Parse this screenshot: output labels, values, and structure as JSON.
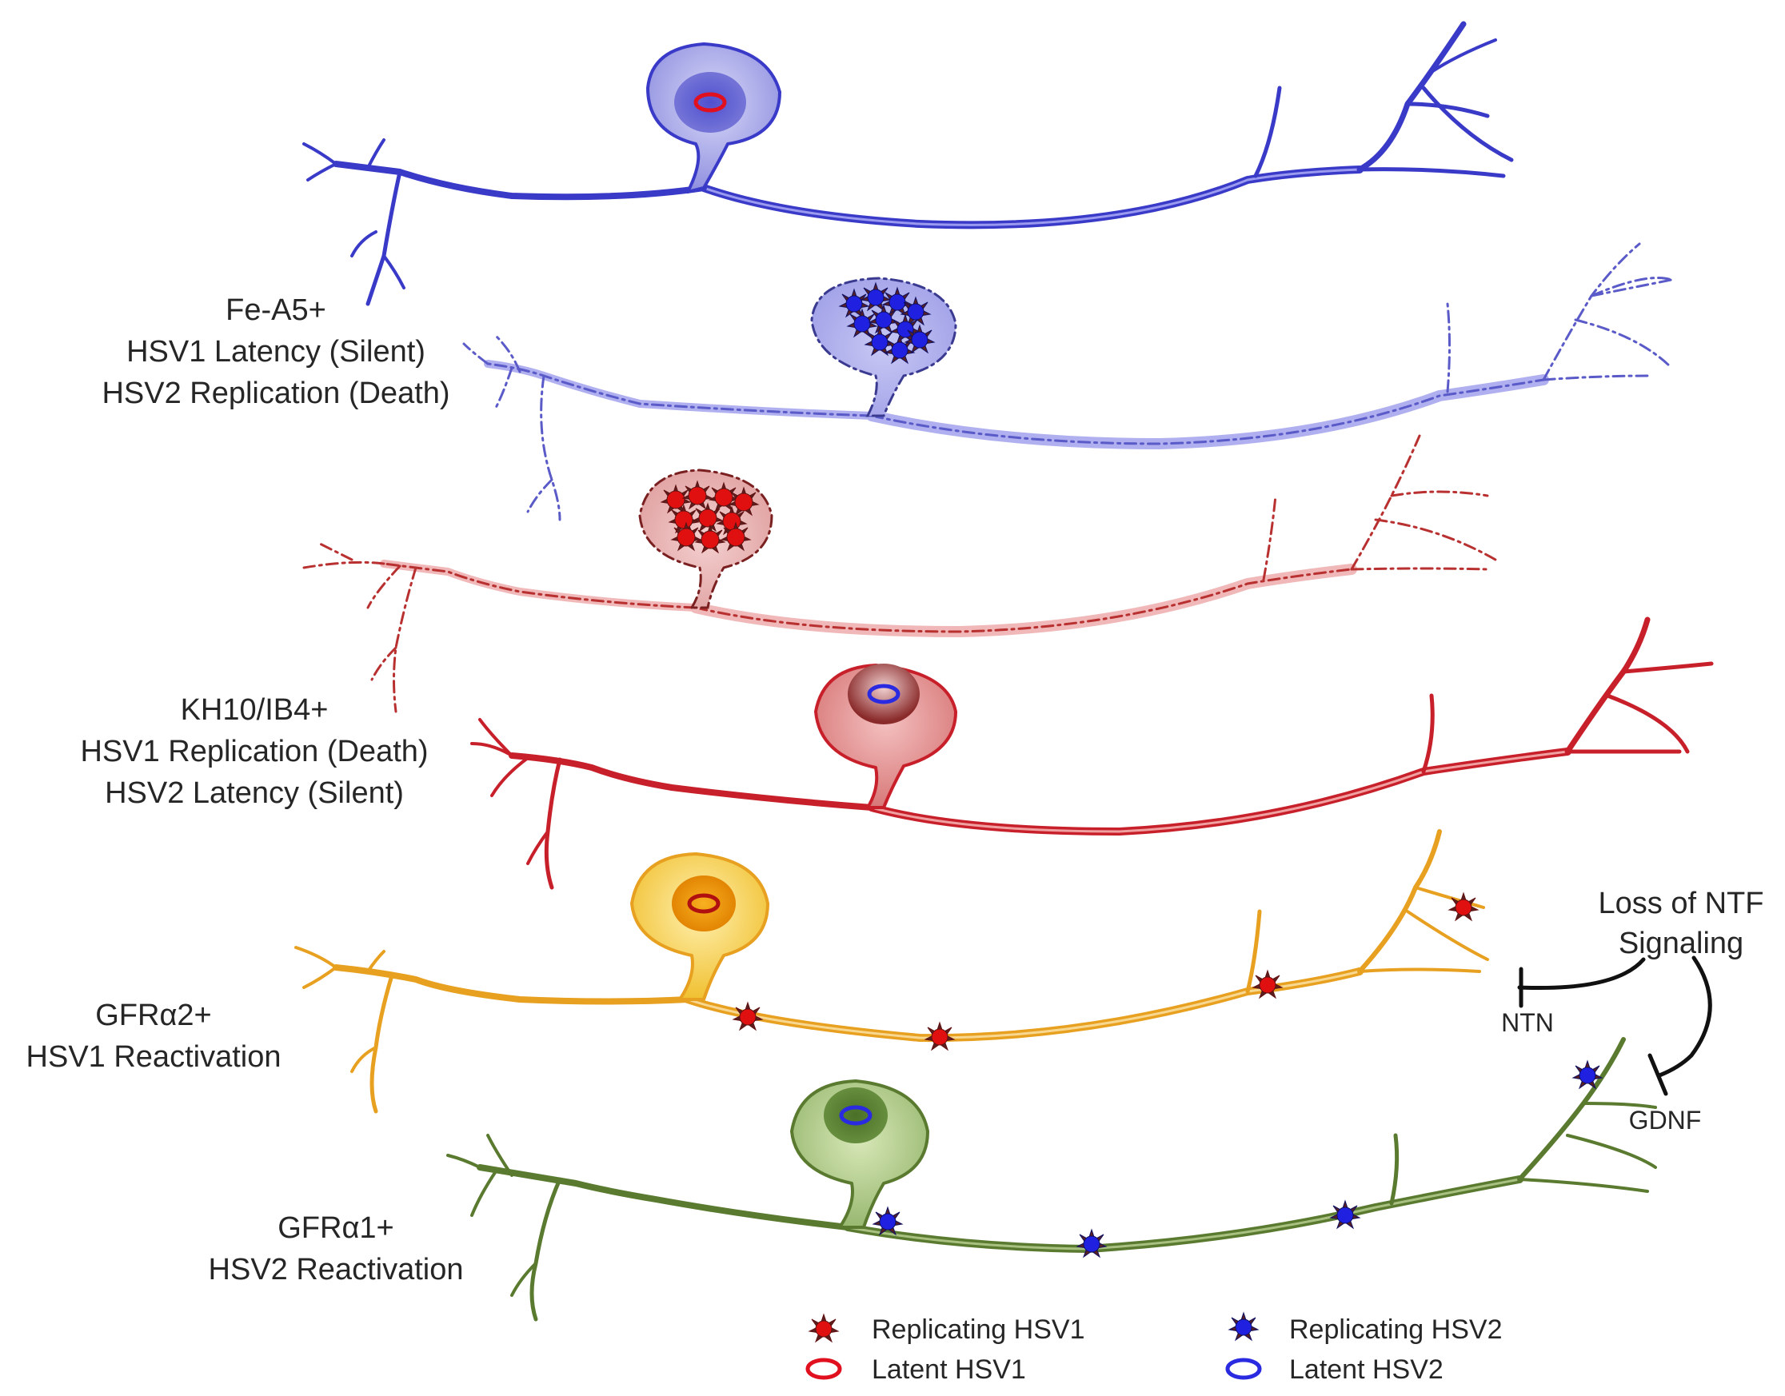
{
  "labels": {
    "fe_a5": {
      "line1": "Fe-A5+",
      "line2": "HSV1 Latency (Silent)",
      "line3": "HSV2 Replication (Death)"
    },
    "kh10": {
      "line1": "KH10/IB4+",
      "line2": "HSV1 Replication (Death)",
      "line3": "HSV2 Latency (Silent)"
    },
    "gfra2": {
      "line1": "GFRα2+",
      "line2": "HSV1 Reactivation"
    },
    "gfra1": {
      "line1": "GFRα1+",
      "line2": "HSV2 Reactivation"
    }
  },
  "signaling": {
    "line1": "Loss of NTF",
    "line2": "Signaling",
    "ntn": "NTN",
    "gdnf": "GDNF"
  },
  "legend": {
    "replicating_hsv1": "Replicating HSV1",
    "latent_hsv1": "Latent HSV1",
    "replicating_hsv2": "Replicating HSV2",
    "latent_hsv2": "Latent HSV2"
  },
  "colors": {
    "hsv1": "#e0101e",
    "hsv2": "#2a2ae0",
    "neuron_blue": "#3a3ac8",
    "neuron_red": "#c8202a",
    "neuron_yellow": "#e8a020",
    "neuron_green": "#5a7a30"
  }
}
